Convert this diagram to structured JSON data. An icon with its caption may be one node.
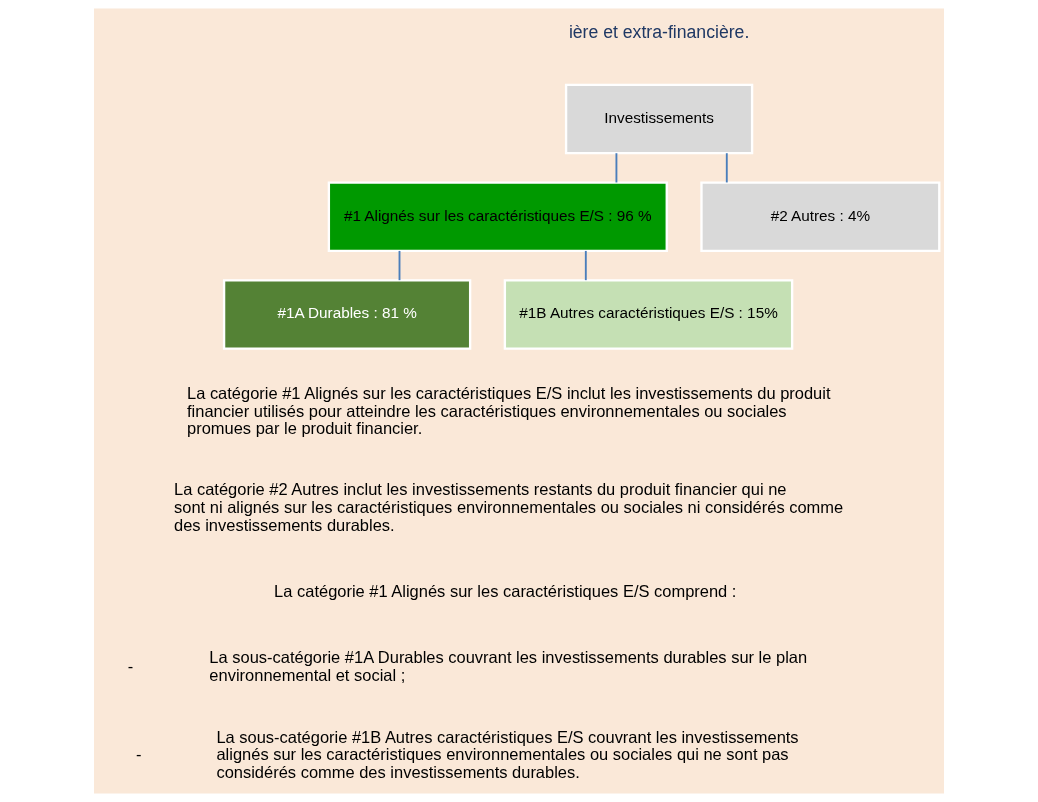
{
  "diagram": {
    "nodes": [
      {
        "text": [
          "Investissements"
        ]
      },
      {
        "text": [
          "#1 Alignés sur les caractéristiques E/S : 96 %"
        ]
      },
      {
        "text": [
          "#2 Autres : 4%"
        ]
      },
      {
        "text": [
          "#1A Durables : 81 %"
        ]
      },
      {
        "text": [
          "#1B Autres caractéristiques E/S : 15%"
        ]
      }
    ],
    "edges": [
      {
        "from": 0,
        "to": 1,
        "arrow": "none"
      },
      {
        "from": 0,
        "to": 2,
        "arrow": "none"
      },
      {
        "from": 1,
        "to": 3,
        "arrow": "none"
      },
      {
        "from": 1,
        "to": 4,
        "arrow": "none"
      }
    ],
    "labels": [
      "ière et extra-financière.",
      "La catégorie #1 Alignés sur les caractéristiques E/S inclut les investissements du produit financier utilisés pour atteindre les caractéristiques environnementales ou sociales promues par le produit financier.",
      "La catégorie #2 Autres inclut les investissements restants du produit financier qui ne sont ni alignés sur les caractéristiques environnementales ou sociales ni considérés comme des investissements durables.",
      "La catégorie #1 Alignés sur les caractéristiques E/S comprend :",
      "-",
      "La sous-catégorie #1A Durables couvrant les investissements durables sur le plan environnemental et social ;",
      "-",
      "La sous-catégorie #1B Autres caractéristiques E/S couvrant les investissements alignés sur les caractéristiques environnementales ou sociales qui ne sont pas considérés comme des investissements durables."
    ]
  }
}
